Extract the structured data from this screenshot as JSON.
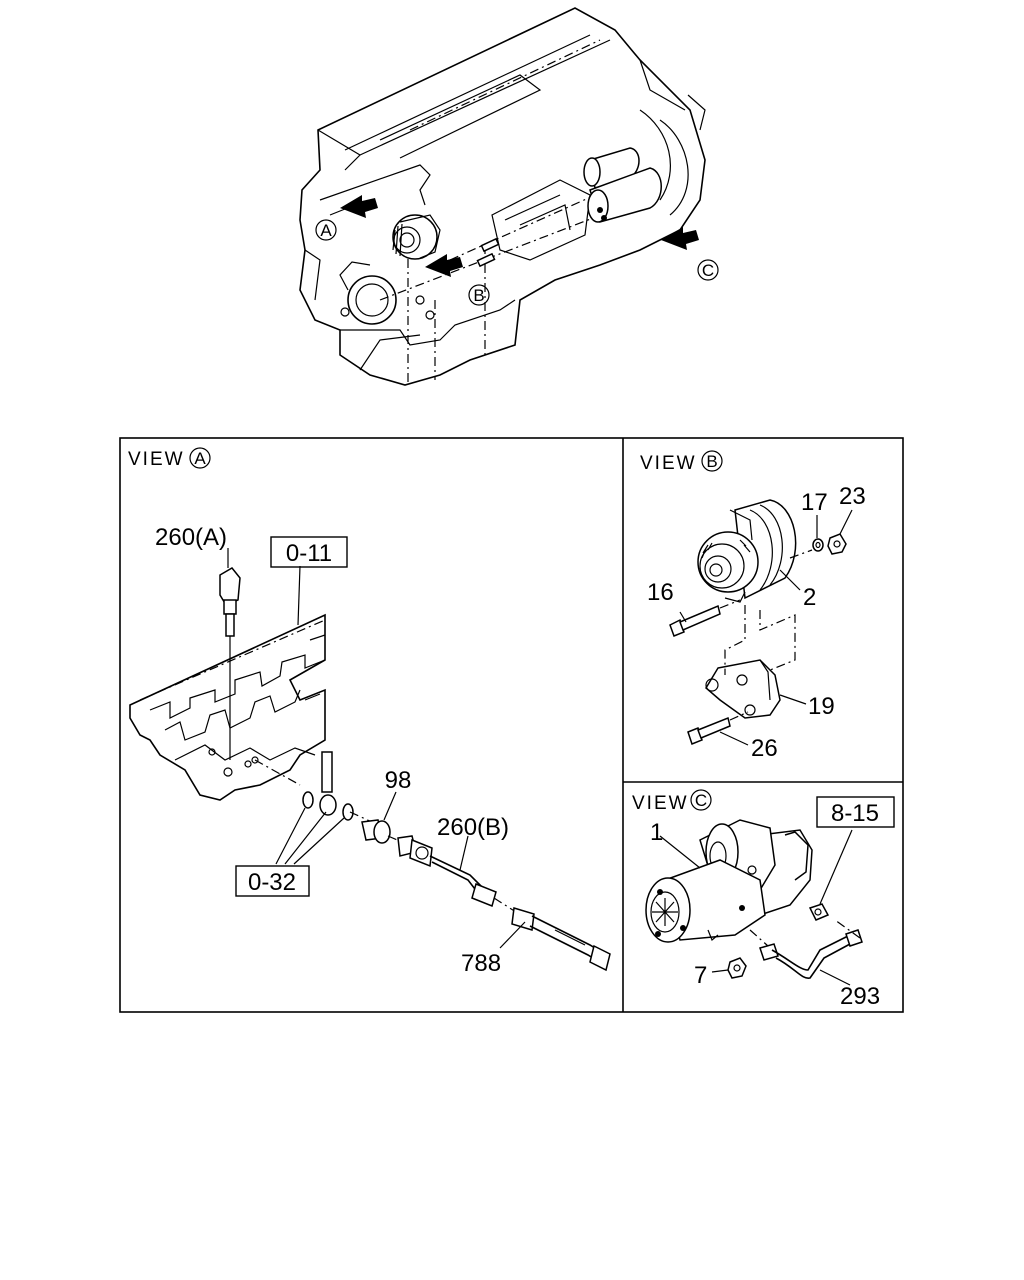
{
  "overview": {
    "callouts": {
      "a": "A",
      "b": "B",
      "c": "C"
    }
  },
  "view_a": {
    "title": "VIEW",
    "marker": "A",
    "refs": {
      "ref_011": "0-11",
      "ref_032": "0-32"
    },
    "parts": {
      "p260a": "260(A)",
      "p98": "98",
      "p260b": "260(B)",
      "p788": "788"
    }
  },
  "view_b": {
    "title": "VIEW",
    "marker": "B",
    "parts": {
      "p17": "17",
      "p23": "23",
      "p16": "16",
      "p2": "2",
      "p19": "19",
      "p26": "26"
    }
  },
  "view_c": {
    "title": "VIEW",
    "marker": "C",
    "refs": {
      "ref_815": "8-15"
    },
    "parts": {
      "p1": "1",
      "p7": "7",
      "p293": "293"
    }
  }
}
